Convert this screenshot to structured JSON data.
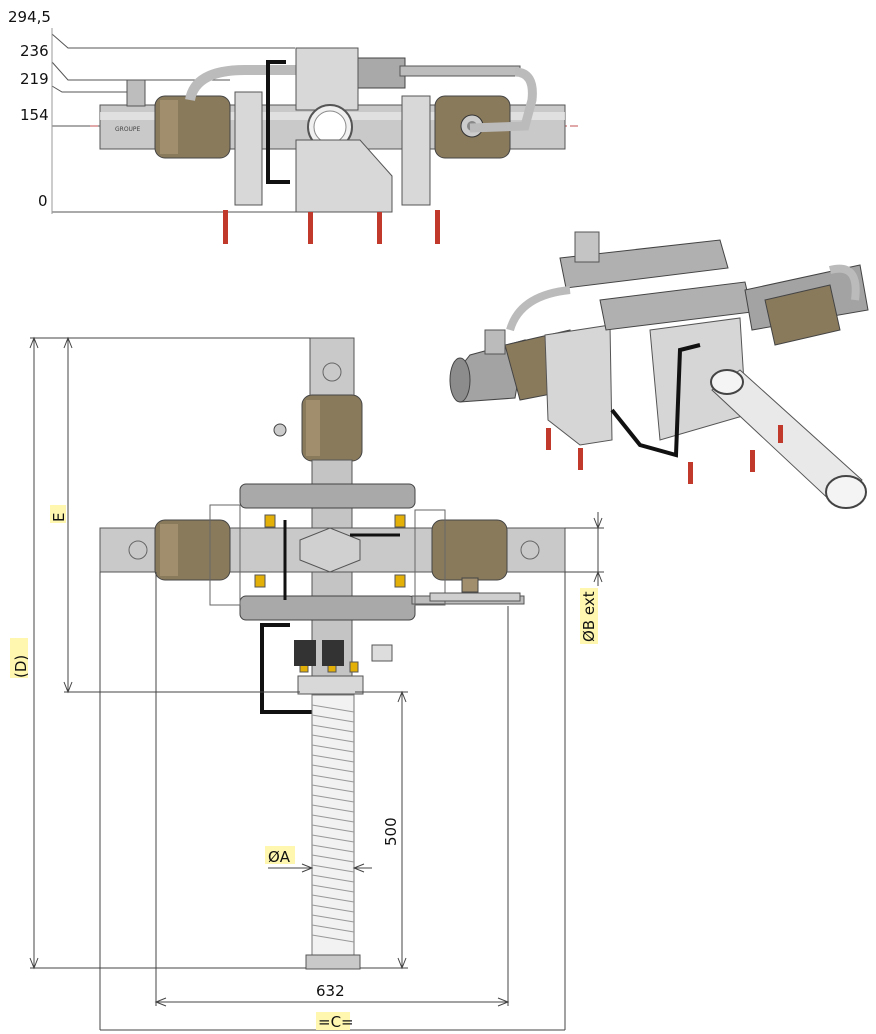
{
  "top_view": {
    "levels": [
      "294,5",
      "236",
      "219",
      "154",
      "0"
    ]
  },
  "front_view": {
    "dim_D": "(D)",
    "dim_E": "E",
    "dim_500": "500",
    "dim_A": "ØA",
    "dim_632": "632",
    "dim_C": "=C=",
    "dim_B": "ØB ext"
  },
  "valve_marking": "GROUPE",
  "colors": {
    "pipe": "#c9c9c9",
    "valve_bronze": "#8a7a5c",
    "bracket": "#d8d8d8",
    "bolt": "#c0392b",
    "hose": "#111111",
    "highlight": "#fff7b0"
  }
}
